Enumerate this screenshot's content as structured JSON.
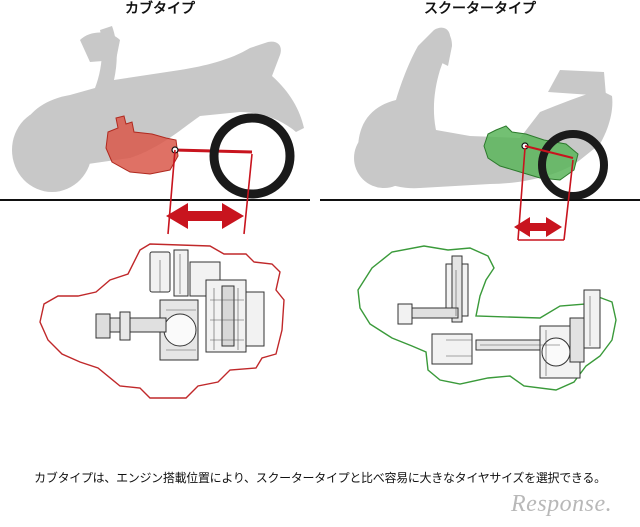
{
  "panels": {
    "left": {
      "title": "カブタイプ"
    },
    "right": {
      "title": "スクータータイプ"
    }
  },
  "caption": "カブタイプは、エンジン搭載位置により、スクータータイプと比べ容易に大きなタイヤサイズを選択できる。",
  "watermark": "Response.",
  "colors": {
    "cub_engine": "#d9584a",
    "cub_outline": "#c0282a",
    "scooter_engine": "#5ab55a",
    "scooter_outline": "#3a9a3a",
    "arrow": "#c8141e",
    "bike_silhouette": "#c8c8c8",
    "tire": "#1a1a1a"
  }
}
